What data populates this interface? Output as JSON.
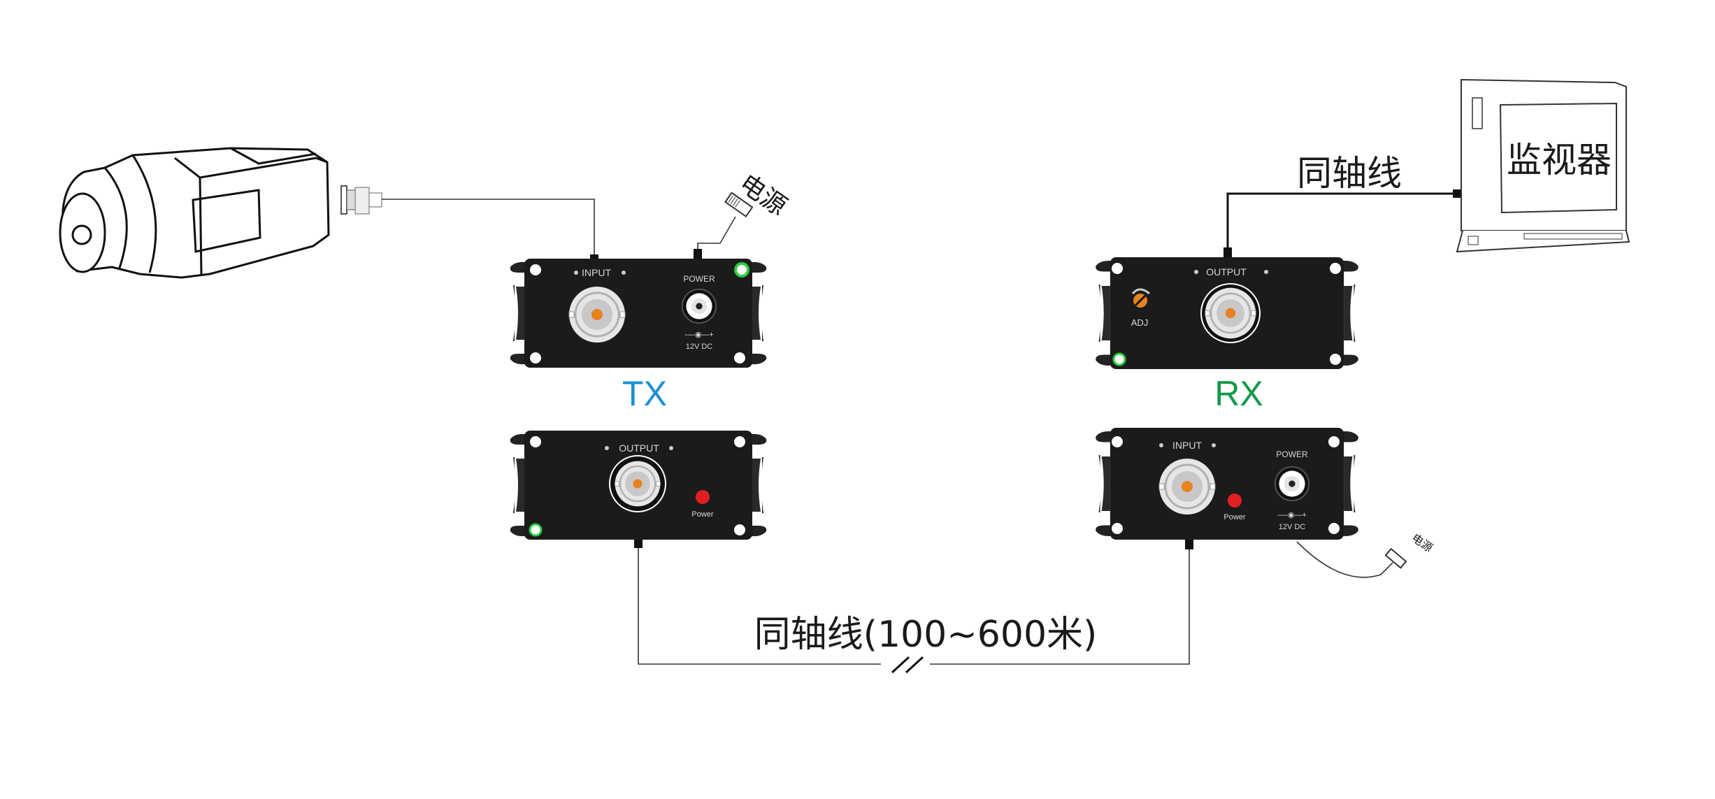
{
  "tx": {
    "label": "TX",
    "label_color": "#1a8fd6",
    "front": {
      "input_label": "INPUT",
      "power_label": "POWER",
      "dc_symbol": "-—◉—+",
      "dc_label": "12V DC",
      "led_color": "#2ecc40"
    },
    "back": {
      "output_label": "OUTPUT",
      "power_led_label": "Power",
      "led_color": "#e02020"
    },
    "power_source_label": "电源"
  },
  "rx": {
    "label": "RX",
    "label_color": "#12994a",
    "front": {
      "output_label": "OUTPUT",
      "adj_label": "ADJ",
      "led_color": "#2ecc40"
    },
    "back": {
      "input_label": "INPUT",
      "power_label": "POWER",
      "power_led_label": "Power",
      "dc_symbol": "-—◉—+",
      "dc_label": "12V DC",
      "led_color": "#e02020"
    },
    "power_source_label": "电源"
  },
  "monitor": {
    "label": "监视器"
  },
  "cables": {
    "monitor_cable_label": "同轴线",
    "link_cable_label": "同轴线(100~600米)"
  },
  "colors": {
    "bnc_center": "#e8821e",
    "chassis": "#1b1b1b"
  }
}
